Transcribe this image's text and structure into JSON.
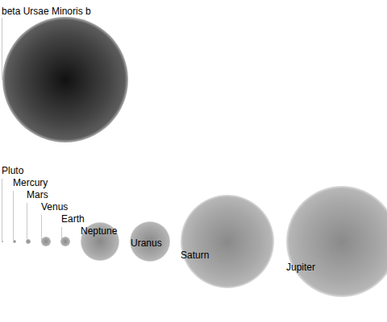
{
  "diagram": {
    "nodes": [
      {
        "text": [
          "beta Ursae Minoris b"
        ]
      },
      {
        "text": [
          "Pluto"
        ]
      },
      {
        "text": [
          "Mercury"
        ]
      },
      {
        "text": [
          "Mars"
        ]
      },
      {
        "text": [
          "Venus"
        ]
      },
      {
        "text": [
          "Earth"
        ]
      },
      {
        "text": [
          "Neptune"
        ]
      },
      {
        "text": [
          "Uranus"
        ]
      },
      {
        "text": [
          "Saturn"
        ]
      },
      {
        "text": [
          "Jupiter"
        ]
      }
    ]
  }
}
